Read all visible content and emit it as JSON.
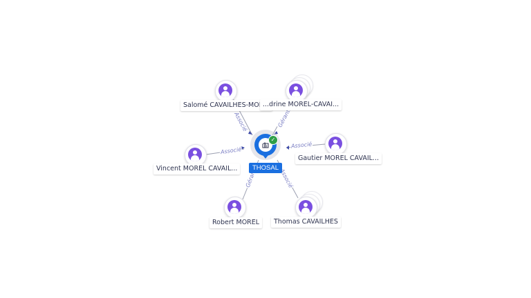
{
  "company": {
    "name": "THOSAL",
    "verified_icon": "check-circle-icon",
    "icon": "building-icon",
    "color": "#1a6fe0"
  },
  "people": [
    {
      "name": "Salomé CAVAILHES-MOR...",
      "role": "Associé"
    },
    {
      "name": "...drine MOREL-CAVAI...",
      "role": "Gérant..."
    },
    {
      "name": "Vincent MOREL CAVAIL...",
      "role": "Associé"
    },
    {
      "name": "Gautier MOREL CAVAIL...",
      "role": "Associé"
    },
    {
      "name": "Robert MOREL",
      "role": "Gérant"
    },
    {
      "name": "Thomas CAVAILHES",
      "role": "Associé"
    }
  ],
  "colors": {
    "avatar": "#7a4fe0",
    "edge": "#9a9eb0",
    "edge_label": "#7b7fc4",
    "verified": "#2e9e48"
  }
}
